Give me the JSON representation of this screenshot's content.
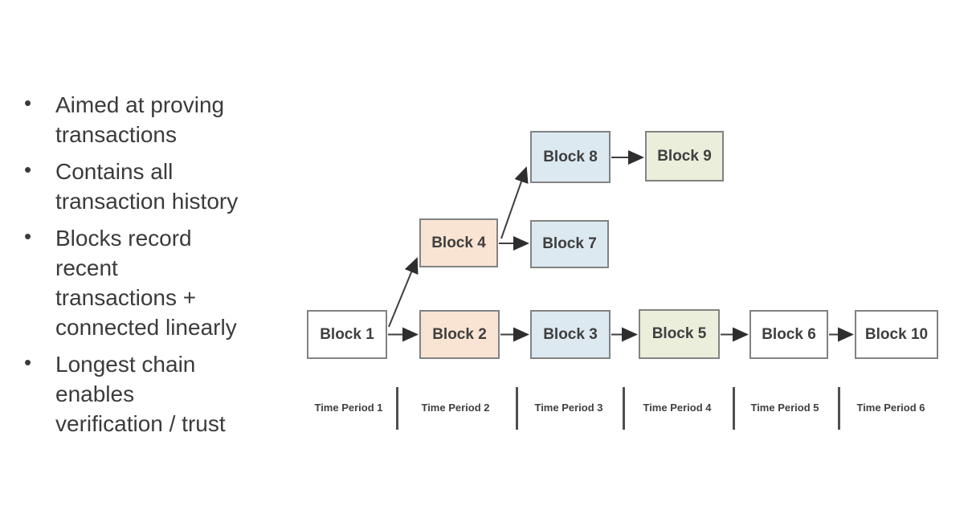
{
  "bullets": [
    {
      "lines": [
        "Aimed at proving",
        "transactions"
      ]
    },
    {
      "lines": [
        "Contains all",
        "transaction history"
      ]
    },
    {
      "lines": [
        "Blocks record",
        "recent",
        "transactions +",
        "connected linearly"
      ]
    },
    {
      "lines": [
        "Longest chain",
        "enables",
        "verification / trust"
      ]
    }
  ],
  "diagram": {
    "blocks": [
      {
        "label": "Block 1",
        "fill": "white"
      },
      {
        "label": "Block 2",
        "fill": "peach"
      },
      {
        "label": "Block 3",
        "fill": "blue"
      },
      {
        "label": "Block 4",
        "fill": "peach"
      },
      {
        "label": "Block 5",
        "fill": "green"
      },
      {
        "label": "Block 6",
        "fill": "white"
      },
      {
        "label": "Block 7",
        "fill": "blue"
      },
      {
        "label": "Block 8",
        "fill": "blue"
      },
      {
        "label": "Block 9",
        "fill": "green"
      },
      {
        "label": "Block 10",
        "fill": "white"
      }
    ],
    "connections": [
      "Block 1 → Block 2",
      "Block 2 → Block 3",
      "Block 3 → Block 5",
      "Block 5 → Block 6",
      "Block 6 → Block 10",
      "Block 1 → Block 4",
      "Block 4 → Block 7",
      "Block 4 → Block 8",
      "Block 8 → Block 9"
    ]
  },
  "timeline": {
    "periods": [
      "Time Period 1",
      "Time Period 2",
      "Time Period 3",
      "Time Period 4",
      "Time Period 5",
      "Time Period 6"
    ]
  },
  "colors": {
    "block-white": "#ffffff",
    "block-peach": "#f9e4d3",
    "block-blue": "#dce9f1",
    "block-green": "#eaeedb",
    "block-border": "#828282",
    "arrow": "#3f3f3f"
  }
}
